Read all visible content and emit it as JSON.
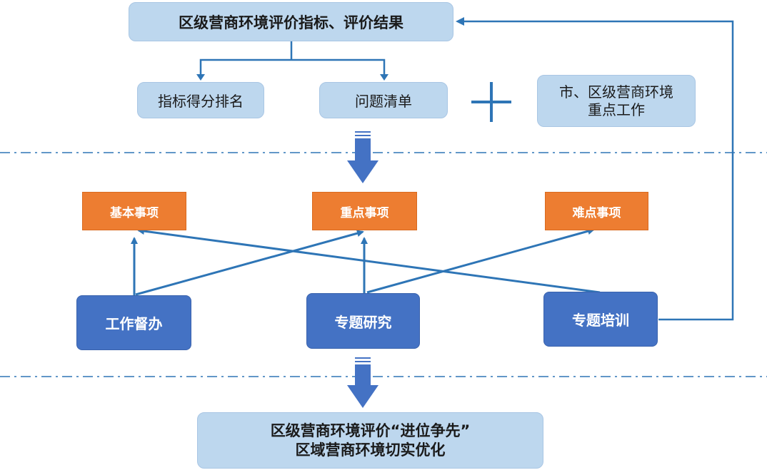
{
  "top": {
    "title": "区级营商环境评价指标、评价结果"
  },
  "row2": {
    "ranking": "指标得分排名",
    "issues": "问题清单",
    "focus_line1": "市、区级营商环境",
    "focus_line2": "重点工作"
  },
  "categories": {
    "basic": "基本事项",
    "key": "重点事项",
    "difficult": "难点事项"
  },
  "actions": {
    "supervision": "工作督办",
    "research": "专题研究",
    "training": "专题培训"
  },
  "bottom": {
    "line1": "区级营商环境评价“进位争先”",
    "line2": "区域营商环境切实优化"
  },
  "colors": {
    "light_box": "#bdd7ee",
    "orange": "#ed7d31",
    "blue": "#4472c4",
    "connector": "#2e75b6",
    "divider": "#2e75b6"
  }
}
